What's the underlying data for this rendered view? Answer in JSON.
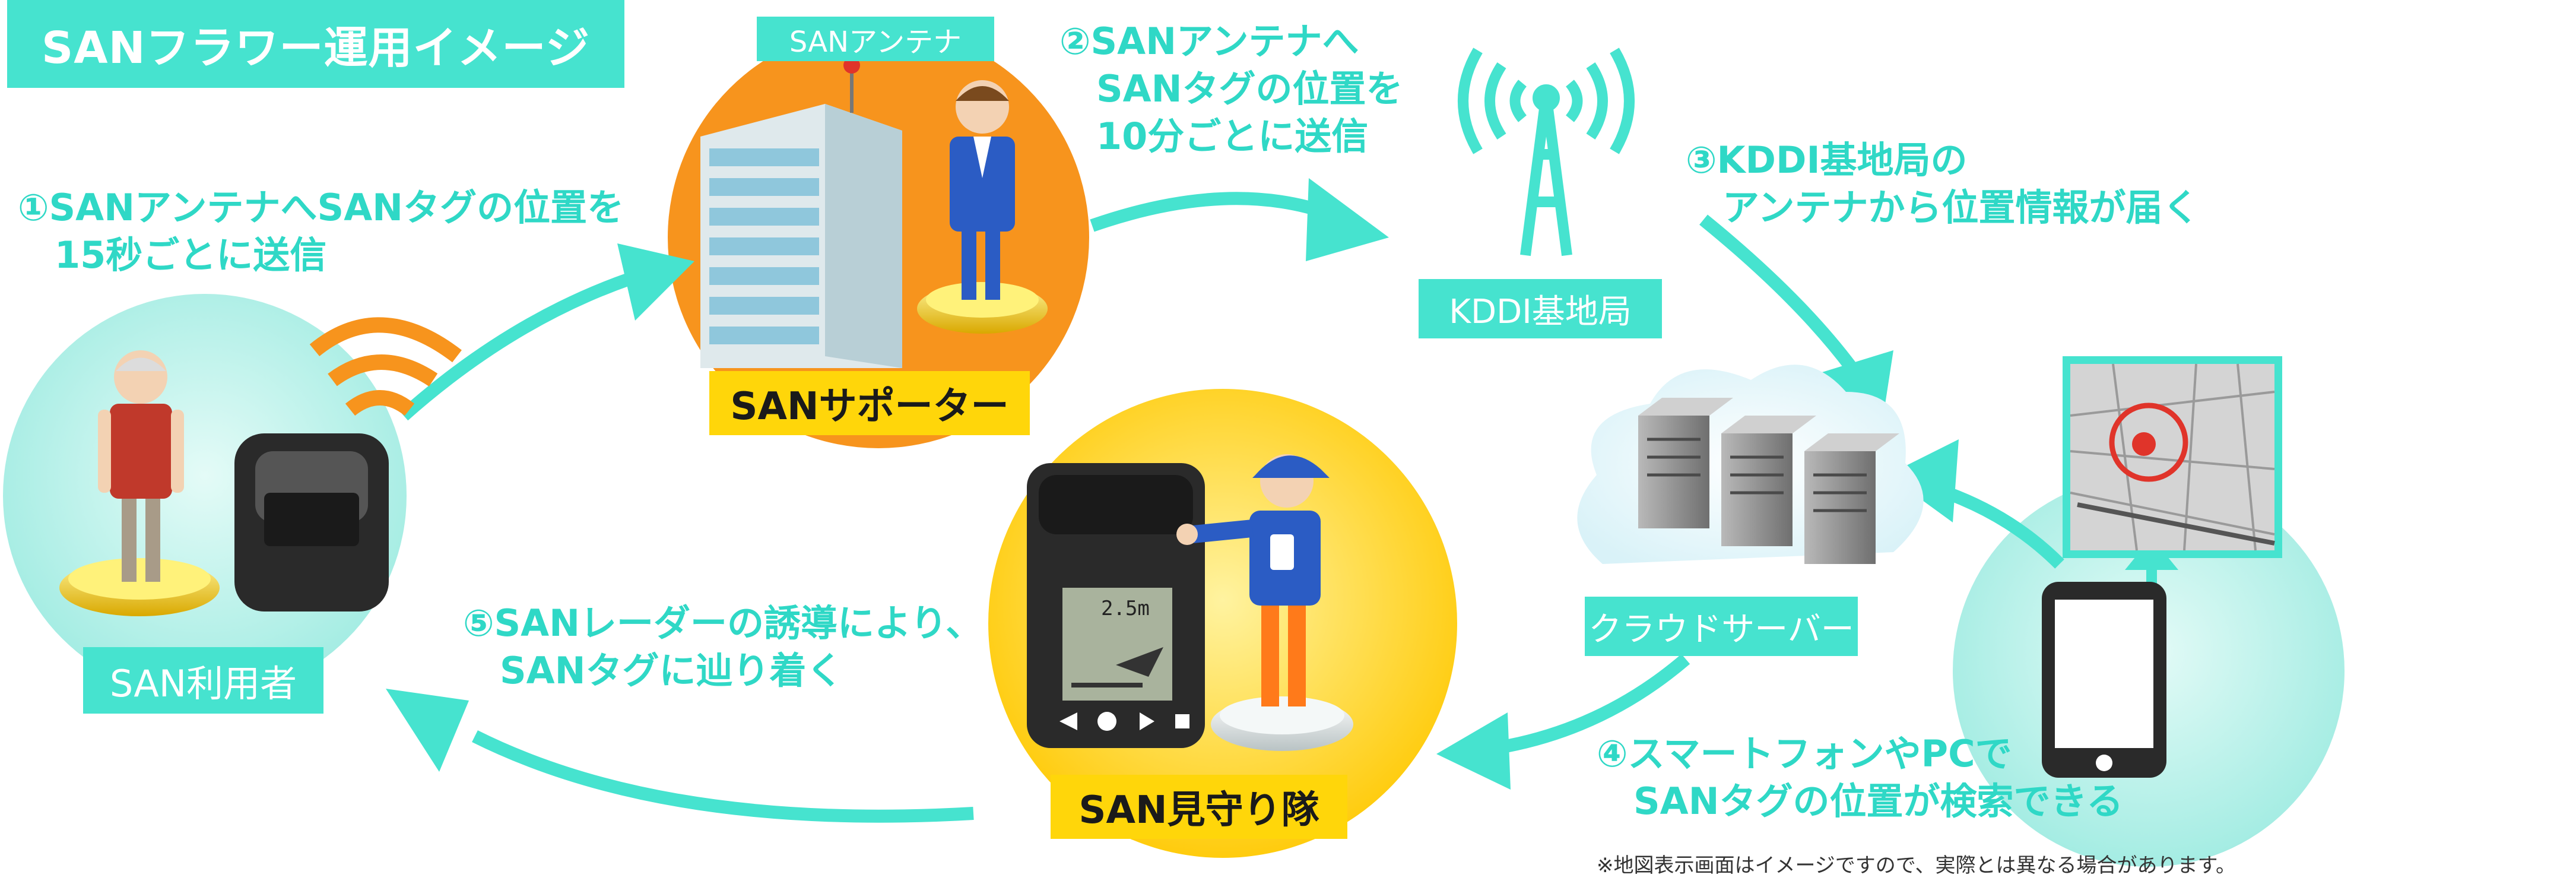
{
  "title": "SANフラワー運用イメージ",
  "labels": {
    "san_antenna": "SANアンテナ",
    "san_supporter": "SANサポーター",
    "kddi_station": "KDDI基地局",
    "cloud_server": "クラウドサーバー",
    "san_user": "SAN利用者",
    "san_watch_team": "SAN見守り隊"
  },
  "steps": {
    "step1": "①SANアンテナへSANタグの位置を\n　15秒ごとに送信",
    "step2": "②SANアンテナへ\n　SANタグの位置を\n　10分ごとに送信",
    "step3": "③KDDI基地局の\n　アンテナから位置情報が届く",
    "step4": "④スマートフォンやPCで\n　SANタグの位置が検索できる",
    "step5": "⑤SANレーダーの誘導により、\n　SANタグに辿り着く"
  },
  "radar_display": "2.5m",
  "note": "※地図表示画面はイメージですので、実際とは異なる場合があります。",
  "colors": {
    "teal": "#46e3cf",
    "teal_text": "#2fd8c6",
    "orange": "#f7941d",
    "yellow": "#ffd60a",
    "light_teal": "#bdf3ec"
  }
}
